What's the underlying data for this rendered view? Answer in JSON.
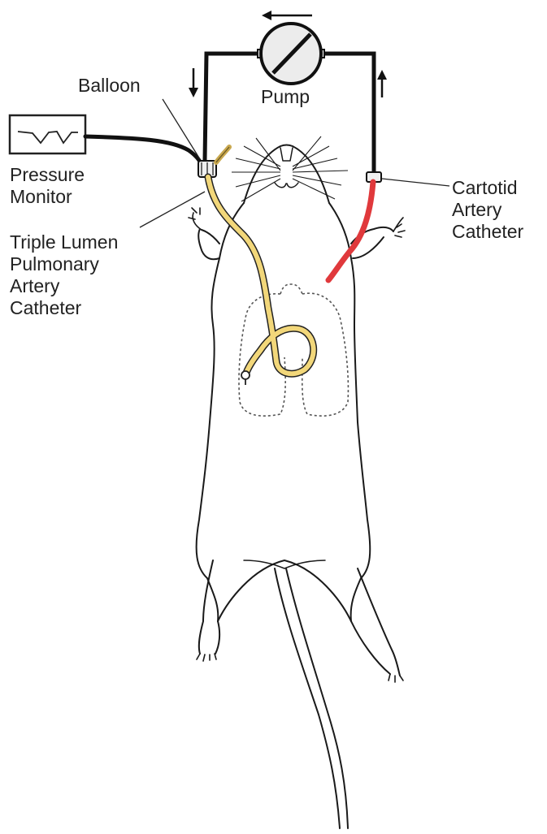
{
  "labels": {
    "balloon": "Balloon",
    "pump": "Pump",
    "pressure_monitor": [
      "Pressure",
      "Monitor"
    ],
    "triple_lumen": [
      "Triple Lumen",
      "Pulmonary",
      "Artery",
      "Catheter"
    ],
    "carotid": [
      "Cartotid",
      "Artery",
      "Catheter"
    ]
  },
  "colors": {
    "yellow_catheter": "#f2d77a",
    "red_catheter": "#e0393c",
    "tubing": "#111111",
    "outline": "#1a1a1a"
  }
}
